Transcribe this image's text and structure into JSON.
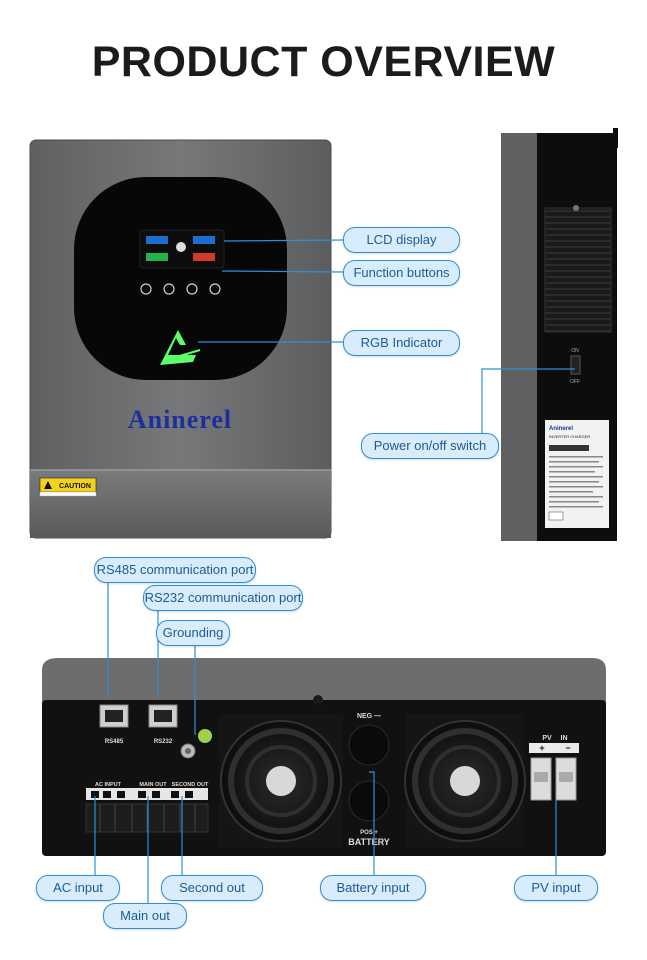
{
  "title": "PRODUCT OVERVIEW",
  "brand": "Aninerel",
  "caution_label": "CAUTION",
  "colors": {
    "accent": "#2e8fd8",
    "pill_bg": "#d9ecfb",
    "pill_text": "#1a5d96",
    "housing": "#6e6f71",
    "panel": "#111111"
  },
  "front_callouts": {
    "lcd": "LCD display",
    "function_buttons": "Function buttons",
    "rgb": "RGB Indicator",
    "power": "Power on/off switch"
  },
  "bottom_callouts": {
    "rs485": "RS485 communication port",
    "rs232": "RS232 communication port",
    "grounding": "Grounding",
    "ac_input": "AC input",
    "main_out": "Main out",
    "second_out": "Second out",
    "battery_input": "Battery input",
    "pv_input": "PV input"
  },
  "panel_labels": {
    "rs485": "RS485",
    "rs232": "RS232",
    "ac_input": "AC INPUT",
    "main_out": "MAIN OUT",
    "second_out": "SECOND OUT",
    "neg": "NEG —",
    "pos": "POS +",
    "battery": "BATTERY",
    "pv": "PV",
    "in": "IN"
  },
  "side_labels": {
    "on": "ON",
    "off": "OFF",
    "label_title": "INVERTER CHARGER"
  }
}
